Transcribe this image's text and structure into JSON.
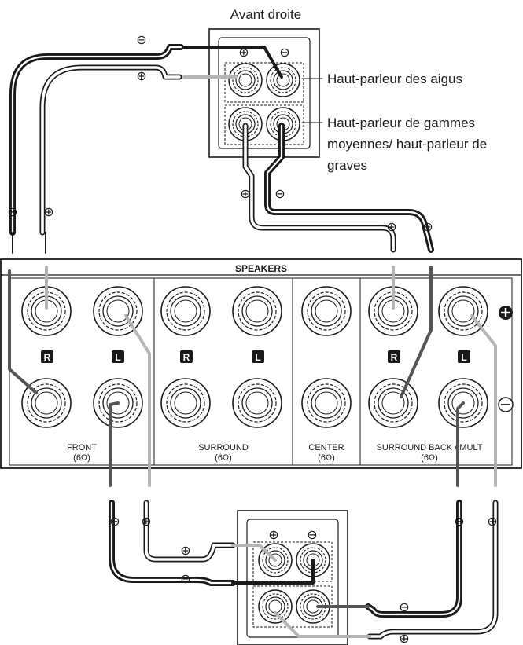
{
  "labels": {
    "front_right_speaker": "Avant droite",
    "tweeter": "Haut-parleur des aigus",
    "woofer_line1": "Haut-parleur de gammes",
    "woofer_line2": "moyennes/ haut-parleur de",
    "woofer_line3": "graves"
  },
  "panel": {
    "header": "SPEAKERS",
    "sections": {
      "front": {
        "name": "FRONT",
        "impedance": "(6Ω)"
      },
      "surround": {
        "name": "SURROUND",
        "impedance": "(6Ω)"
      },
      "center": {
        "name": "CENTER",
        "impedance": "(6Ω)"
      },
      "surround_back": {
        "name": "SURROUND BACK / MULT",
        "impedance": "(6Ω)"
      }
    },
    "channel_r": "R",
    "channel_l": "L"
  },
  "symbols": {
    "plus": "⊕",
    "minus": "⊖"
  },
  "colors": {
    "positive_wire": "#b5b5b5",
    "negative_wire": "#1a1a1a",
    "outline": "#1a1a1a"
  }
}
